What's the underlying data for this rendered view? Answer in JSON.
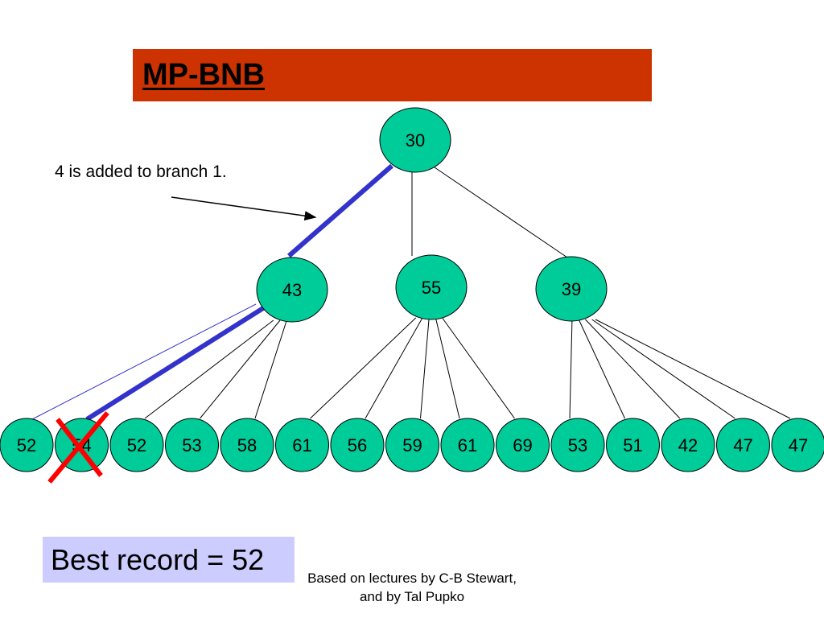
{
  "slide": {
    "title": "MP-BNB",
    "annotation": "4 is added to branch 1.",
    "best_record": "Best record = 52",
    "footer_line1": "Based on lectures by C-B Stewart,",
    "footer_line2": "and by Tal Pupko"
  },
  "tree": {
    "root": {
      "id": "root",
      "value": "30"
    },
    "level1": [
      {
        "id": "b1",
        "value": "43"
      },
      {
        "id": "b2",
        "value": "55"
      },
      {
        "id": "b3",
        "value": "39"
      }
    ],
    "leaves": [
      {
        "value": "52",
        "parent": "b1",
        "pruned": false
      },
      {
        "value": "54",
        "parent": "b1",
        "pruned": true
      },
      {
        "value": "52",
        "parent": "b1",
        "pruned": false
      },
      {
        "value": "53",
        "parent": "b1",
        "pruned": false
      },
      {
        "value": "58",
        "parent": "b1",
        "pruned": false
      },
      {
        "value": "61",
        "parent": "b2",
        "pruned": false
      },
      {
        "value": "56",
        "parent": "b2",
        "pruned": false
      },
      {
        "value": "59",
        "parent": "b2",
        "pruned": false
      },
      {
        "value": "61",
        "parent": "b2",
        "pruned": false
      },
      {
        "value": "69",
        "parent": "b2",
        "pruned": false
      },
      {
        "value": "53",
        "parent": "b3",
        "pruned": false
      },
      {
        "value": "51",
        "parent": "b3",
        "pruned": false
      },
      {
        "value": "42",
        "parent": "b3",
        "pruned": false
      },
      {
        "value": "47",
        "parent": "b3",
        "pruned": false
      },
      {
        "value": "47",
        "parent": "b3",
        "pruned": false
      }
    ],
    "highlighted_path": [
      "root-b1",
      "b1-leaf-1"
    ]
  },
  "colors": {
    "title_bar": "#cc3300",
    "node_fill": "#00cc99",
    "highlight_edge": "#3333cc",
    "prune_mark": "#ff0000",
    "best_record_box": "#ccccff"
  }
}
